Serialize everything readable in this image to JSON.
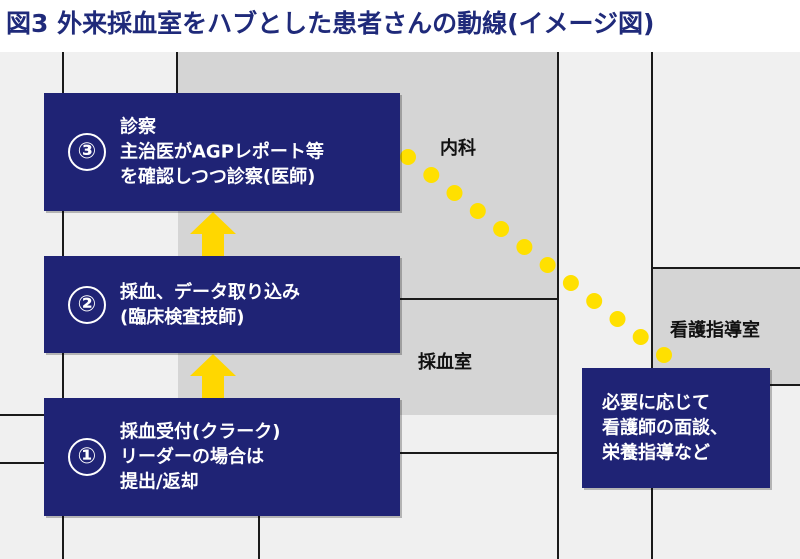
{
  "title": "図3 外来採血室をハブとした患者さんの動線(イメージ図)",
  "rooms": {
    "internal_medicine": "内科",
    "blood_collection": "採血室",
    "nursing_guidance": "看護指導室"
  },
  "steps": [
    {
      "number": "③",
      "lines": [
        "診察",
        "主治医がAGPレポート等",
        "を確認しつつ診察(医師)"
      ]
    },
    {
      "number": "②",
      "lines": [
        "採血、データ取り込み",
        "(臨床検査技師)"
      ]
    },
    {
      "number": "①",
      "lines": [
        "採血受付(クラーク)",
        "リーダーの場合は",
        "提出/返却"
      ]
    }
  ],
  "nursing_note": {
    "lines": [
      "必要に応じて",
      "看護師の面談、",
      "栄養指導など"
    ]
  },
  "colors": {
    "box": "#1f2375",
    "arrow": "#ffd700",
    "dots": "#ffe000",
    "title": "#1f2a7a"
  }
}
